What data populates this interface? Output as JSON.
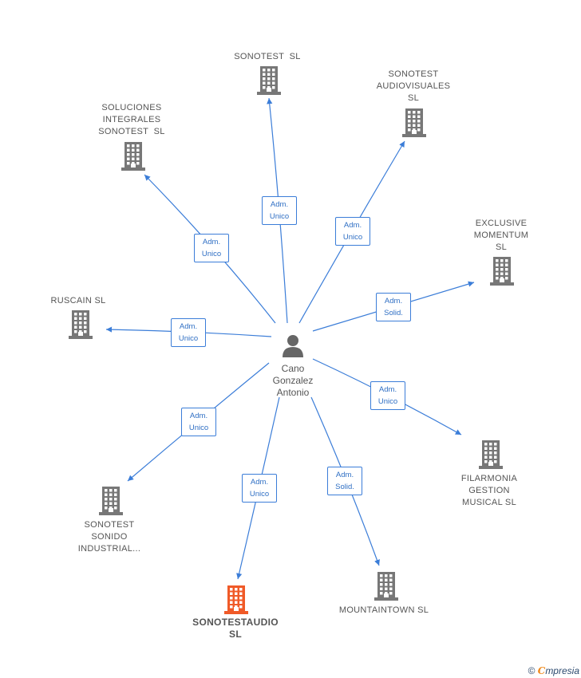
{
  "center": {
    "name": "Cano Gonzalez Antonio",
    "lines": [
      "Cano",
      "Gonzalez",
      "Antonio"
    ]
  },
  "nodes": [
    {
      "id": "sonotest-sl",
      "lines": [
        "SONOTEST  SL"
      ],
      "role": [
        "Adm.",
        "Unico"
      ],
      "highlight": false
    },
    {
      "id": "sonotest-audiovisuales",
      "lines": [
        "SONOTEST",
        "AUDIOVISUALES",
        "SL"
      ],
      "role": [
        "Adm.",
        "Unico"
      ],
      "highlight": false
    },
    {
      "id": "soluciones-integrales",
      "lines": [
        "SOLUCIONES",
        "INTEGRALES",
        "SONOTEST  SL"
      ],
      "role": [
        "Adm.",
        "Unico"
      ],
      "highlight": false
    },
    {
      "id": "exclusive-momentum",
      "lines": [
        "EXCLUSIVE",
        "MOMENTUM",
        "SL"
      ],
      "role": [
        "Adm.",
        "Solid."
      ],
      "highlight": false
    },
    {
      "id": "ruscain",
      "lines": [
        "RUSCAIN SL"
      ],
      "role": [
        "Adm.",
        "Unico"
      ],
      "highlight": false
    },
    {
      "id": "filarmonia",
      "lines": [
        "FILARMONIA",
        "GESTION",
        "MUSICAL SL"
      ],
      "role": [
        "Adm.",
        "Unico"
      ],
      "highlight": false
    },
    {
      "id": "sonotest-sonido",
      "lines": [
        "SONOTEST",
        "SONIDO",
        "INDUSTRIAL..."
      ],
      "role": [
        "Adm.",
        "Unico"
      ],
      "highlight": false
    },
    {
      "id": "sonotestaudio",
      "lines": [
        "SONOTESTAUDIO",
        "SL"
      ],
      "role": [
        "Adm.",
        "Unico"
      ],
      "highlight": true
    },
    {
      "id": "mountaintown",
      "lines": [
        "MOUNTAINTOWN SL"
      ],
      "role": [
        "Adm.",
        "Solid."
      ],
      "highlight": false
    }
  ],
  "colors": {
    "edge": "#3b7dd8",
    "building": "#777777",
    "building_highlight": "#f05a28",
    "person": "#666666"
  },
  "footer": {
    "copyright": "©",
    "brand_initial": "C",
    "brand_rest": "mpresia"
  }
}
